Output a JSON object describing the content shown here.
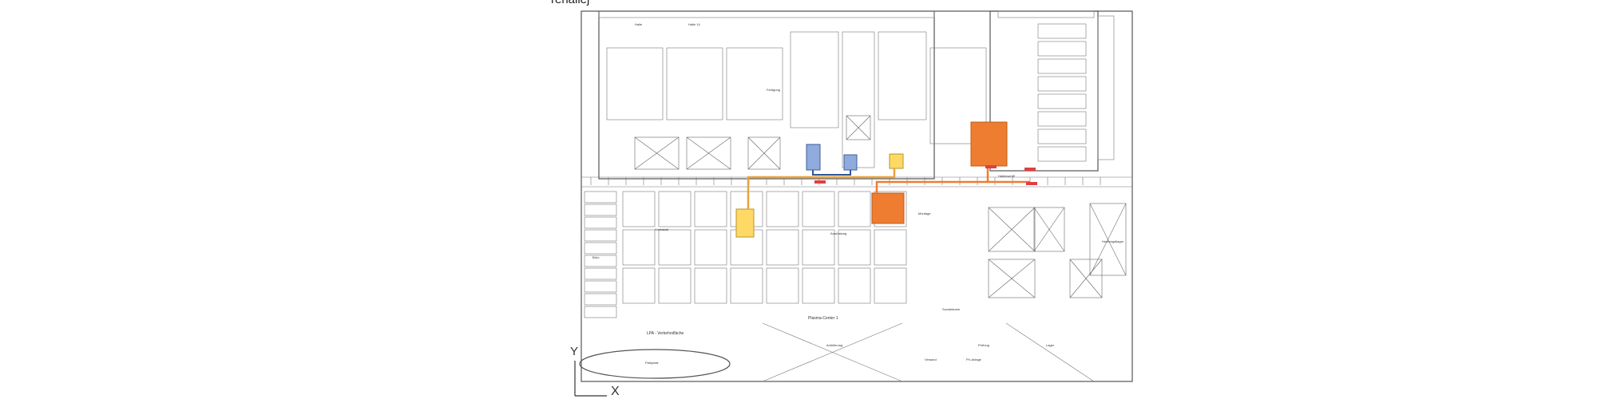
{
  "title_fragment": "rehallej",
  "axis": {
    "y_label": "Y",
    "x_label": "X"
  },
  "room_labels": [
    "Halle",
    "Halle 14",
    "Fertigung",
    "Hallenschiff",
    "Prüfung",
    "Lager",
    "Plasma-Center 1",
    "LPA - Verkehrsfläche",
    "Parkplatz",
    "Montage",
    "Anlieferung",
    "Werkstatt",
    "Versand",
    "Büro",
    "Ausrüstung",
    "Sozialräume",
    "PV-Anlage",
    "Hochregallager"
  ],
  "legend_colors": {
    "orange": "#EE7D31",
    "yellow": "#FFD966",
    "blue": "#8FAADC",
    "wall": "#555555"
  },
  "markers": {
    "orange_blocks": 2,
    "yellow_blocks": 2,
    "blue_blocks": 2
  }
}
